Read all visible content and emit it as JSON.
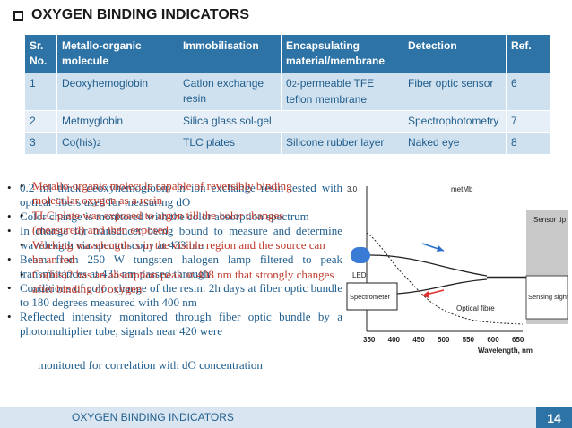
{
  "title": "OXYGEN BINDING INDICATORS",
  "table": {
    "headers": [
      "Sr. No.",
      "Metallo-organic molecule",
      "Immobilisation",
      "Encapsulating material/membrane",
      "Detection",
      "Ref."
    ],
    "rows": [
      {
        "sr": "1",
        "molecule": "Deoxyhemoglobin",
        "immobilisation": "Catlon exchange resin",
        "membrane_pre": "0",
        "membrane_sub": "2",
        "membrane_post": "-permeable TFE teflon membrane",
        "detection": "Fiber optic sensor",
        "ref": "6"
      },
      {
        "sr": "2",
        "molecule": "Metmyglobin",
        "immobilisation": "Silica glass sol-gel",
        "detection": "Spectrophotometry",
        "ref": "7"
      },
      {
        "sr": "3",
        "molecule_pre": "Co(his)",
        "molecule_sub": "2",
        "immobilisation": "TLC plates",
        "membrane": "Silicone rubber layer",
        "detection": "Naked eye",
        "ref": "8"
      }
    ]
  },
  "bullets_a": [
    "Metallo-organic molecule capable of reversibly binding molecular oxygen as a resin",
    "TLC plate was exposed to argon till the color changes (measured) and then exposed",
    "Working wavelength is in the visible region and the source can be an led",
    "Co(his)2 has an absorption peak at 408 nm that strongly changes after binding of oxygen"
  ],
  "bullets_b": [
    "0.2 ml thick deoxyhemoglobin in ion exchange resin tested with optical fibers used for measuring dO",
    "Color change is monitored with the color absorption spectrum",
    "In change for transducer being bound to measure and determine wavelength via spectroscopy at 433 nm",
    "Beam from 250 W tungsten halogen lamp filtered to peak transmittances at 433 nm passed through",
    "Conditions of color change of the resin: 2h days at fiber optic bundle to 180 degrees measured with 400 nm",
    "Reflected intensity monitored through fiber optic bundle by a photomultiplier tube, signals near 420 were"
  ],
  "monitor_text": "monitored for correlation with dO concentration",
  "figure": {
    "axis_y_top": "3.0",
    "legend": "metMb",
    "x_ticks": [
      "350",
      "400",
      "450",
      "500",
      "550",
      "600",
      "650"
    ],
    "x_label": "Wavelength, nm",
    "labels": {
      "led": "LED",
      "spectrometer": "Spectrometer",
      "optical_fibre": "Optical fibre",
      "sensor_tip": "Sensor tip",
      "sensing_sight": "Sensing sight"
    },
    "colors": {
      "led": "#3a7bd5",
      "curve": "#222222",
      "arrow_red": "#e03030",
      "arrow_blue": "#2a6fc9",
      "sensor": "#c8c8c8"
    }
  },
  "footer": {
    "text": "OXYGEN BINDING INDICATORS",
    "page": "14"
  },
  "colors": {
    "header_bg": "#2e73a6",
    "row_dark": "#cfe0ef",
    "row_light": "#e6eff7",
    "text_blue": "#1f5d8c",
    "text_red": "#c0392b"
  }
}
